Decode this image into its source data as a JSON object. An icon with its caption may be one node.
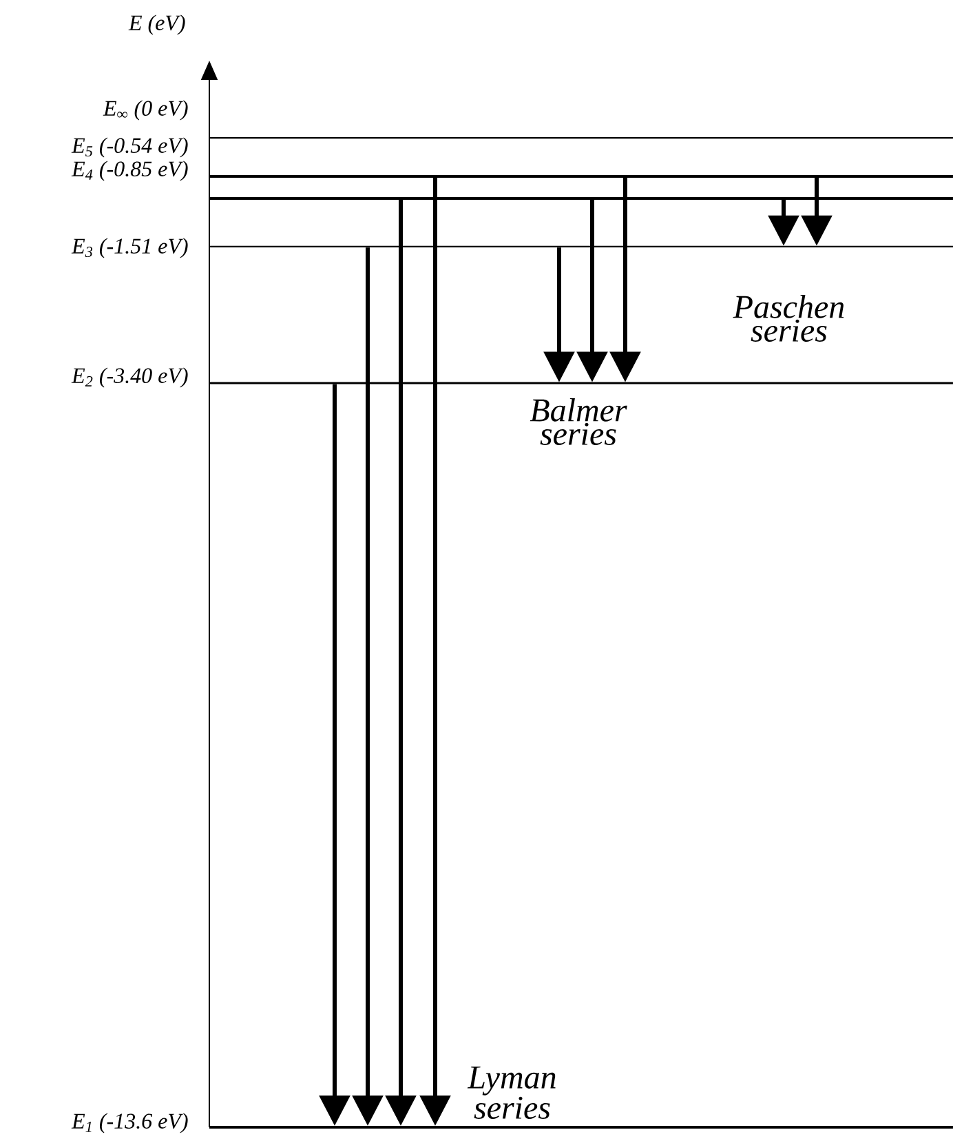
{
  "diagram": {
    "nodes": [
      {
        "text": [],
        "shape": "line",
        "beside": [
          "E$_{∞}$ (0 eV)"
        ]
      },
      {
        "text": [],
        "shape": "line",
        "beside": [
          "E$_{5}$ (-0.54 eV)"
        ]
      },
      {
        "text": [],
        "shape": "line",
        "beside": [
          "E$_{4}$ (-0.85 eV)"
        ]
      },
      {
        "text": [],
        "shape": "line",
        "beside": [
          "E$_{3}$ (-1.51 eV)"
        ]
      },
      {
        "text": [],
        "shape": "line",
        "beside": [
          "E$_{2}$ (-3.40 eV)"
        ]
      },
      {
        "text": [],
        "shape": "line",
        "beside": [
          "E$_{1}$ (-13.6 eV)"
        ]
      }
    ],
    "edges": [
      {
        "from": 4,
        "to": 5,
        "arrow": "to"
      },
      {
        "from": 3,
        "to": 5,
        "arrow": "to"
      },
      {
        "from": 2,
        "to": 5,
        "arrow": "to"
      },
      {
        "from": 1,
        "to": 5,
        "arrow": "to"
      },
      {
        "from": 3,
        "to": 4,
        "arrow": "to"
      },
      {
        "from": 2,
        "to": 4,
        "arrow": "to"
      },
      {
        "from": 1,
        "to": 4,
        "arrow": "to"
      },
      {
        "from": 2,
        "to": 3,
        "arrow": "to"
      },
      {
        "from": 1,
        "to": 3,
        "arrow": "to"
      }
    ],
    "labels": [
      "E (eV)",
      "Paschen series",
      "Balmer series",
      "Lyman series"
    ]
  }
}
